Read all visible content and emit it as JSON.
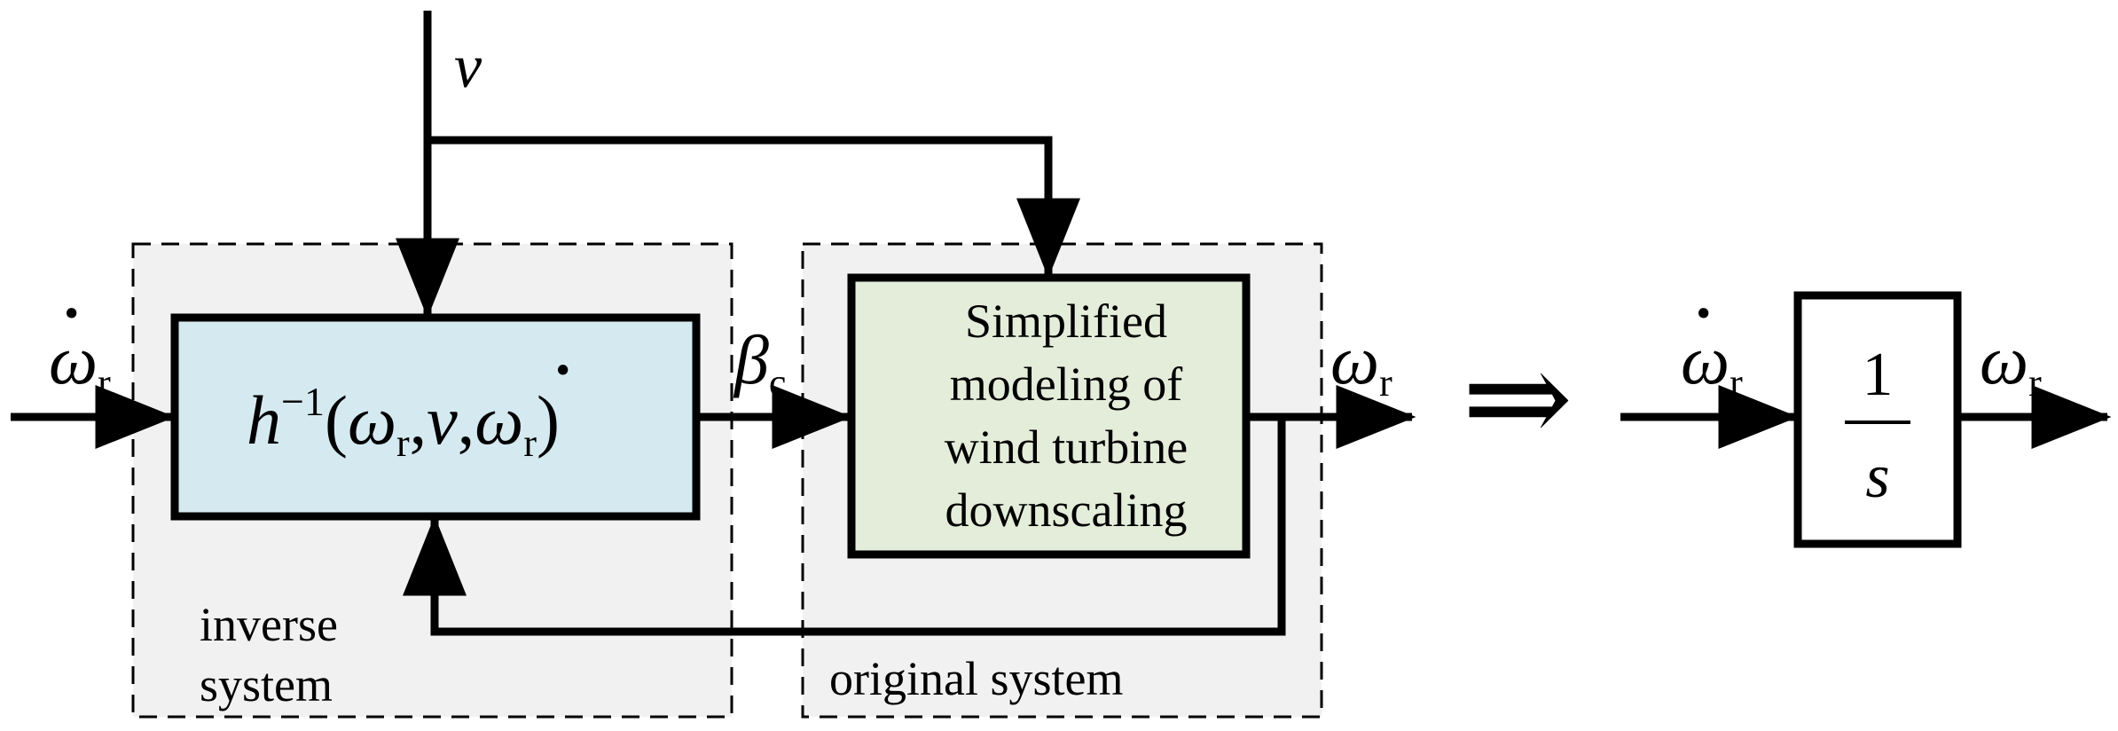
{
  "symbols": {
    "omega": "ω",
    "beta": "β",
    "dot": "·",
    "sub_r": "r",
    "sub_c": "c",
    "v": "v",
    "h": "h",
    "inv_exp": "−1",
    "lparen": "(",
    "rparen": ")",
    "comma": ",",
    "implies": "⇒",
    "frac_num": "1",
    "frac_den": "s"
  },
  "labels": {
    "plant_line1": "Simplified",
    "plant_line2": "modeling of",
    "plant_line3": "wind turbine",
    "plant_line4": "downscaling",
    "inverse_line1": "inverse",
    "inverse_line2": "system",
    "original": "original system"
  },
  "colors": {
    "inverse_fill": "#d5e9f1",
    "plant_fill": "#e4edda",
    "region_fill": "#f1f1f1"
  }
}
